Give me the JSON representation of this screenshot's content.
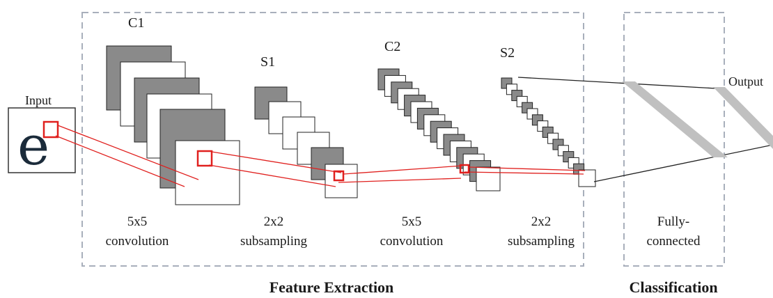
{
  "labels": {
    "input": "Input",
    "output": "Output",
    "c1": "C1",
    "s1": "S1",
    "c2": "C2",
    "s2": "S2",
    "input_glyph": "e"
  },
  "operations": {
    "op1_line1": "5x5",
    "op1_line2": "convolution",
    "op2_line1": "2x2",
    "op2_line2": "subsampling",
    "op3_line1": "5x5",
    "op3_line2": "convolution",
    "op4_line1": "2x2",
    "op4_line2": "subsampling",
    "fc_line1": "Fully-",
    "fc_line2": "connected"
  },
  "sections": {
    "feature_extraction": "Feature Extraction",
    "classification": "Classification"
  },
  "colors": {
    "dashed_border": "#a8afbb",
    "map_dark": "#8a8a8a",
    "map_light": "#ffffff",
    "receptive_field": "#e0201e",
    "fc_band": "#c0c0c0"
  }
}
